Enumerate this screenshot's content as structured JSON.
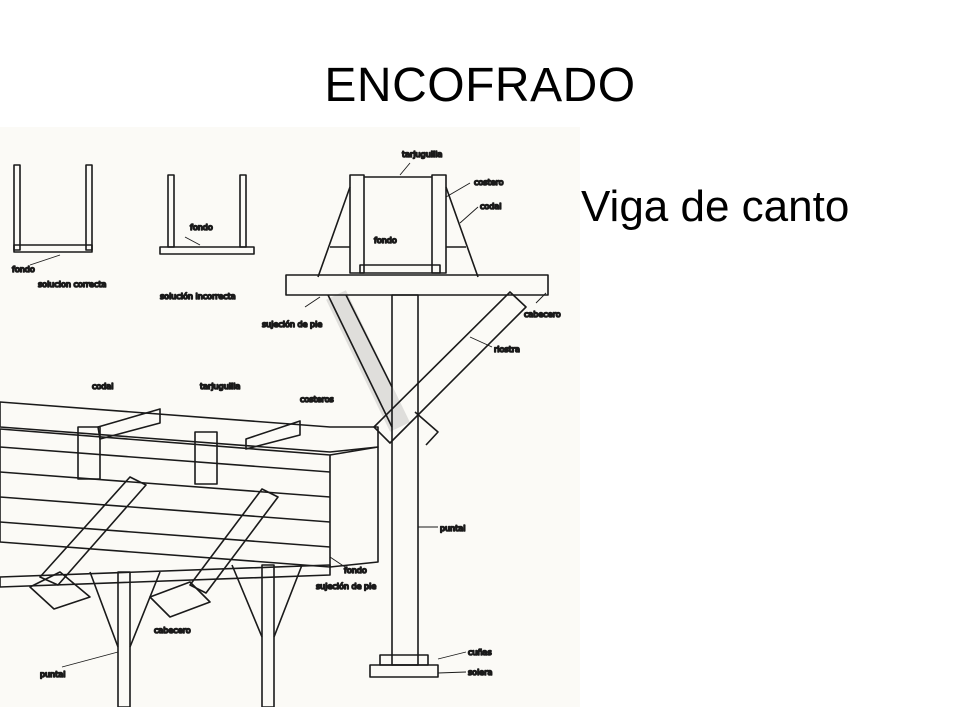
{
  "slide": {
    "title": "ENCOFRADO",
    "bullet": "Viga de canto"
  },
  "figure": {
    "labels": {
      "fondo_1": "fondo",
      "solucion_correcta": "solucion correcta",
      "fondo_2": "fondo",
      "solucion_incorrecta": "solución incorrecta",
      "tarjuguilla_top": "tarjuguilla",
      "costero_top": "costero",
      "codal_top": "codal",
      "fondo_3": "fondo",
      "sujecion_de_pie_1": "sujeción de pie",
      "cabecero_1": "cabecero",
      "riostra": "riostra",
      "codal_2": "codal",
      "tarjuguilla_2": "tarjuguilla",
      "costeros": "costeros",
      "puntal_1": "puntal",
      "fondo_4": "fondo",
      "sujecion_de_pie_2": "sujeción de pie",
      "cabecero_2": "cabecero",
      "puntal_2": "puntal",
      "cunas": "cuñas",
      "solera": "solera"
    },
    "colors": {
      "ink": "#1a1a1a",
      "paper": "#fbfaf6"
    }
  }
}
